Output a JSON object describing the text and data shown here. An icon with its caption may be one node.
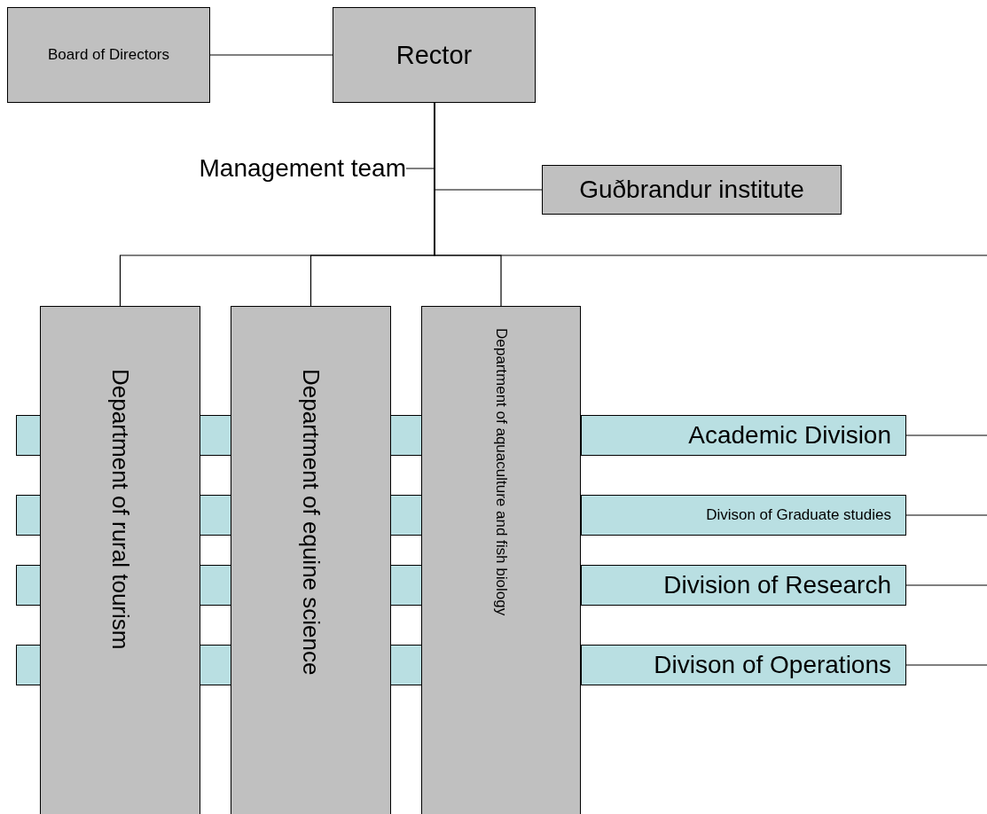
{
  "diagram": {
    "nodes": [
      {
        "text": [
          "Board of Directors"
        ]
      },
      {
        "text": [
          "Rector"
        ]
      },
      {
        "text": [
          "Management team"
        ]
      },
      {
        "text": [
          "Guðbrandur institute"
        ]
      },
      {
        "text": [
          "Department of rural tourism"
        ]
      },
      {
        "text": [
          "Department of equine science"
        ]
      },
      {
        "text": [
          "Department of aquaculture and fish biology"
        ]
      },
      {
        "text": [
          "Academic Division"
        ]
      },
      {
        "text": [
          "Divison of Graduate studies"
        ]
      },
      {
        "text": [
          "Division of Research"
        ]
      },
      {
        "text": [
          "Divison of Operations"
        ]
      }
    ],
    "edges": [
      {
        "from": 0,
        "to": 1,
        "arrow": "none"
      },
      {
        "from": 1,
        "to": 2,
        "arrow": "none"
      },
      {
        "from": 1,
        "to": 3,
        "arrow": "none"
      },
      {
        "from": 1,
        "to": 4,
        "arrow": "none"
      },
      {
        "from": 1,
        "to": 5,
        "arrow": "none"
      },
      {
        "from": 1,
        "to": 6,
        "arrow": "none"
      },
      {
        "from": 1,
        "to": null,
        "arrow": "none"
      },
      {
        "from": 7,
        "to": null,
        "arrow": "none"
      },
      {
        "from": 8,
        "to": null,
        "arrow": "none"
      },
      {
        "from": 9,
        "to": null,
        "arrow": "none"
      },
      {
        "from": 10,
        "to": null,
        "arrow": "none"
      }
    ]
  }
}
